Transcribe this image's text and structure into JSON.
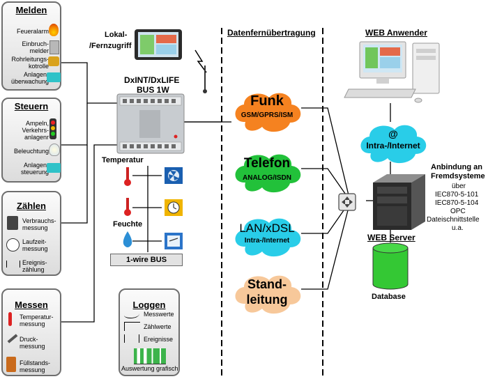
{
  "panels": {
    "melden": {
      "title": "Melden",
      "items": [
        "Feueralarm",
        "Einbruch-",
        "melder",
        "Rohrleitungs-",
        "kotrolle",
        "Anlagen-",
        "überwachung"
      ]
    },
    "steuern": {
      "title": "Steuern",
      "items": [
        "Ampeln,",
        "Verkehrs-",
        "anlagenr",
        "Beleuchtung",
        "Anlagen-",
        "steuerung"
      ]
    },
    "zaehlen": {
      "title": "Zählen",
      "items": [
        "Verbrauchs-",
        "messung",
        "Laufzeit-",
        "messung",
        "Ereignis-",
        "zählung"
      ]
    },
    "messen": {
      "title": "Messen",
      "items": [
        "Temperatur-",
        "messung",
        "Druck-",
        "messung",
        "Füllstands-",
        "messung"
      ]
    },
    "loggen": {
      "title": "Loggen",
      "items": [
        "Messwerte",
        "Zählwerte",
        "Ereignisse"
      ],
      "footer": "Auswertung grafisch"
    }
  },
  "center": {
    "lokal": [
      "Lokal-",
      "/Fernzugriff"
    ],
    "device": [
      "DxINT/DxLIFE",
      "BUS 1W"
    ],
    "temperatur": "Temperatur",
    "feuchte": "Feuchte",
    "bus": "1-wire BUS"
  },
  "transfer": {
    "header": "Datenfernübertragung",
    "clouds": [
      {
        "main": "Funk",
        "sub": "GSM/GPRS/ISM",
        "color": "#f58220"
      },
      {
        "main": "Telefon",
        "sub": "ANALOG/ISDN",
        "color": "#22c13a"
      },
      {
        "main": "LAN/xDSL",
        "sub": "Intra-/Internet",
        "color": "#29cde8"
      },
      {
        "main": "Stand-",
        "sub": "leitung",
        "color": "#f7c89a"
      }
    ]
  },
  "right": {
    "web_header": "WEB Anwender",
    "internet_at": "@",
    "internet": "Intra-/Internet",
    "server": "WEB Server",
    "database": "Database",
    "anbindung": [
      "Anbindung an",
      "Fremdsysteme",
      "über",
      "IEC870-5-101",
      "IEC870-5-104",
      "OPC",
      "Dateischnittstelle",
      "u.a."
    ]
  },
  "colors": {
    "internet_cloud": "#29cde8",
    "database": "#34c834",
    "panel_border": "#6e6e6e"
  }
}
